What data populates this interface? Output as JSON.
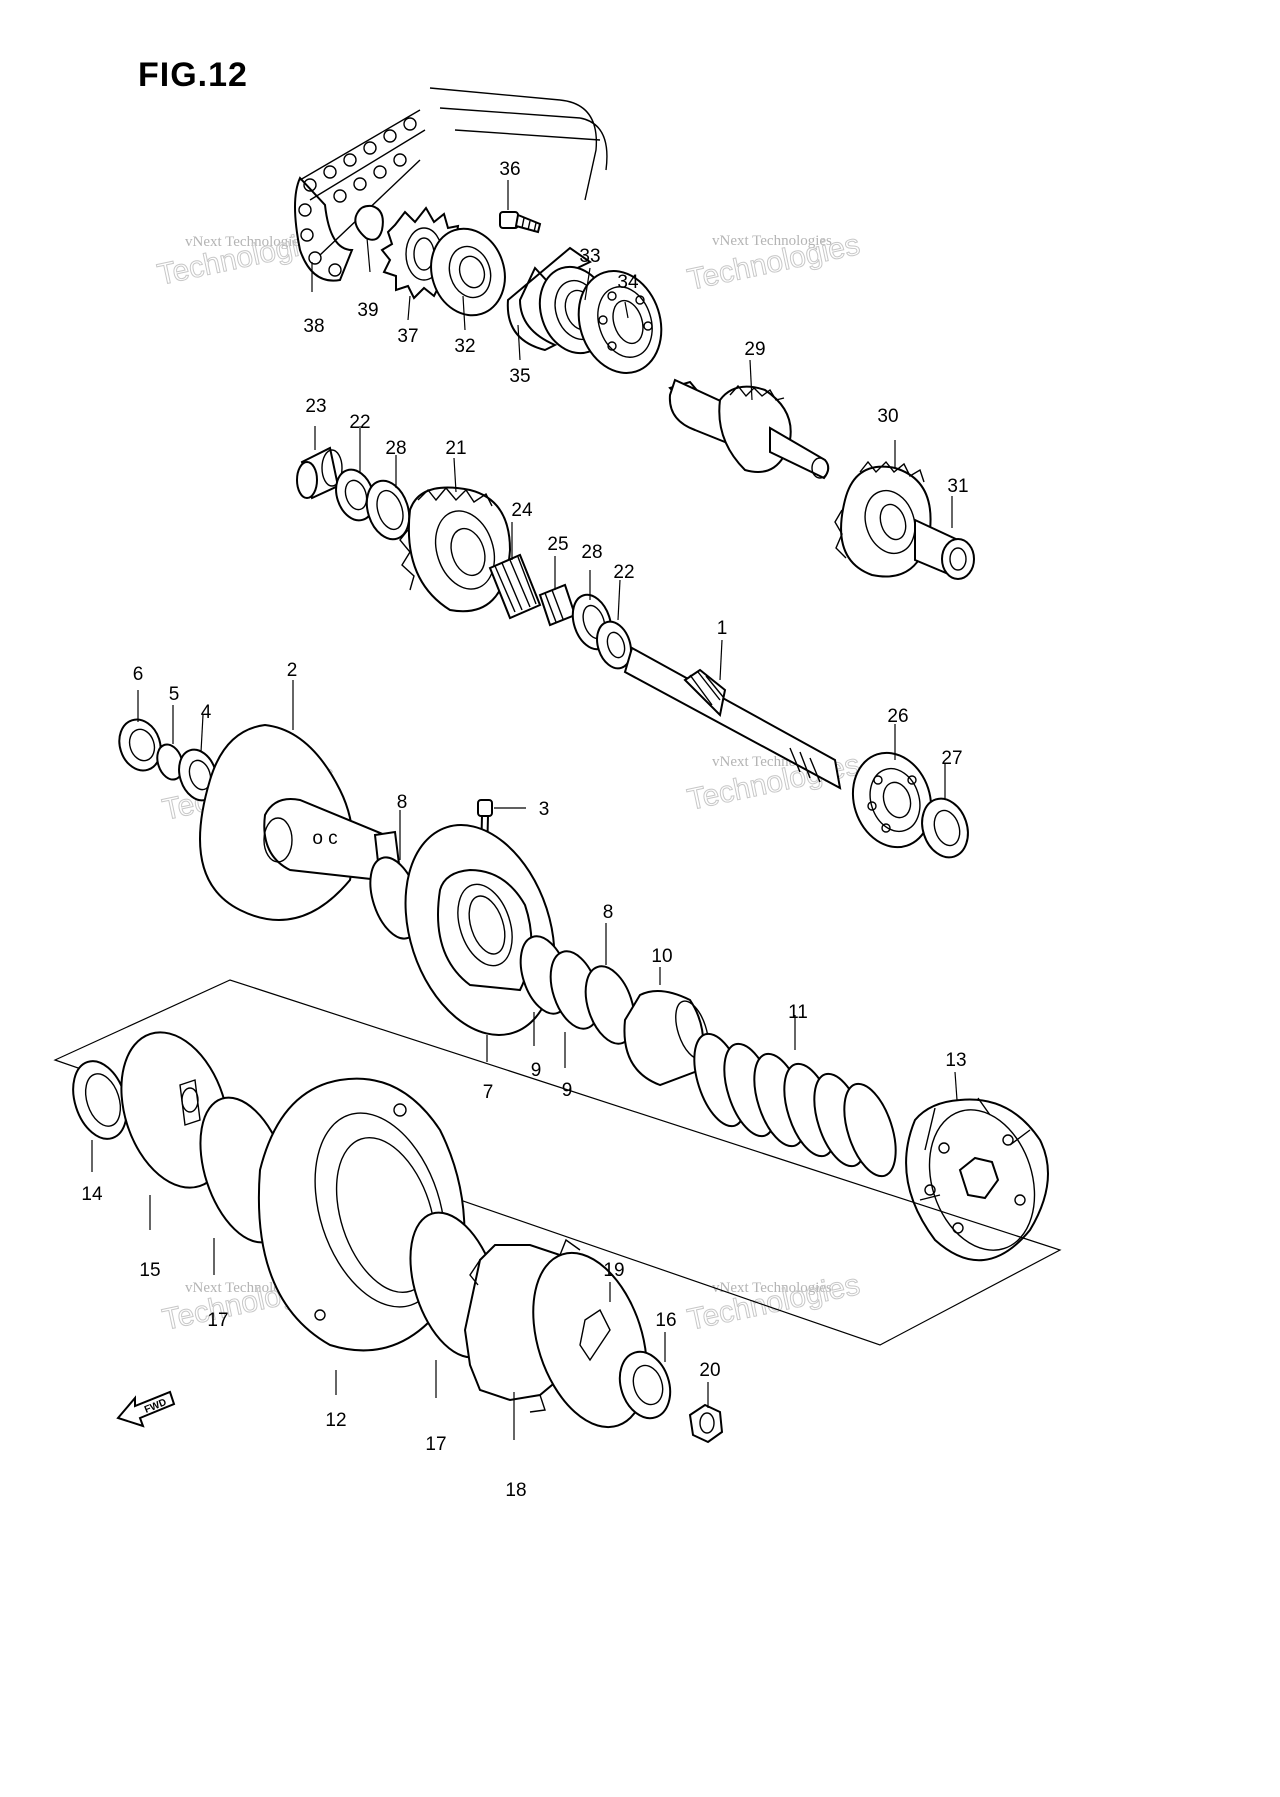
{
  "figure": {
    "title": "FIG.12",
    "fwd_label": "FWD"
  },
  "watermark": {
    "line1": "vNext Technologies",
    "big": "Technologies",
    "small_top": "vNext"
  },
  "callouts": {
    "c1": "1",
    "c2": "2",
    "c3": "3",
    "c4": "4",
    "c5": "5",
    "c6": "6",
    "c7": "7",
    "c8a": "8",
    "c8b": "8",
    "c9a": "9",
    "c9b": "9",
    "c10": "10",
    "c11": "11",
    "c12": "12",
    "c13": "13",
    "c14": "14",
    "c15": "15",
    "c16": "16",
    "c17a": "17",
    "c17b": "17",
    "c18": "18",
    "c19": "19",
    "c20": "20",
    "c21": "21",
    "c22a": "22",
    "c22b": "22",
    "c23": "23",
    "c24": "24",
    "c25": "25",
    "c26": "26",
    "c27": "27",
    "c28a": "28",
    "c28b": "28",
    "c29": "29",
    "c30": "30",
    "c31": "31",
    "c32": "32",
    "c33": "33",
    "c34": "34",
    "c35": "35",
    "c36": "36",
    "c37": "37",
    "c38": "38",
    "c39": "39"
  }
}
